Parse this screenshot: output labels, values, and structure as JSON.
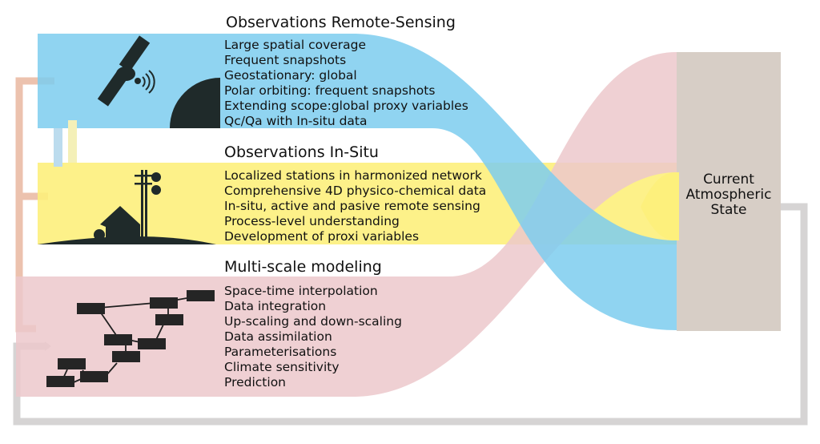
{
  "colors": {
    "remote_sensing": "#7ccdee",
    "in_situ": "#fdf07c",
    "modeling": "#ecc8cb",
    "state": "#d7cec6",
    "feedback_orange": "#ecc2ae",
    "feedback_grey": "#d6d4d4",
    "icon": "#1f2a2a"
  },
  "remote_sensing": {
    "title": "Observations Remote-Sensing",
    "items": [
      "Large spatial coverage",
      "Frequent snapshots",
      "Geostationary: global",
      "Polar orbiting: frequent snapshots",
      "Extending scope:global proxy variables",
      "Qc/Qa with In-situ data"
    ]
  },
  "in_situ": {
    "title": "Observations In-Situ",
    "items": [
      "Localized stations in harmonized network",
      "Comprehensive 4D physico-chemical data",
      "In-situ, active and pasive remote sensing",
      "Process-level understanding",
      "Development of proxi variables"
    ]
  },
  "modeling": {
    "title": "Multi-scale modeling",
    "items": [
      "Space-time interpolation",
      "Data integration",
      "Up-scaling and down-scaling",
      "Data assimilation",
      "Parameterisations",
      "Climate sensitivity",
      "Prediction"
    ]
  },
  "state": {
    "lines": [
      "Current",
      "Atmospheric",
      "State"
    ]
  }
}
